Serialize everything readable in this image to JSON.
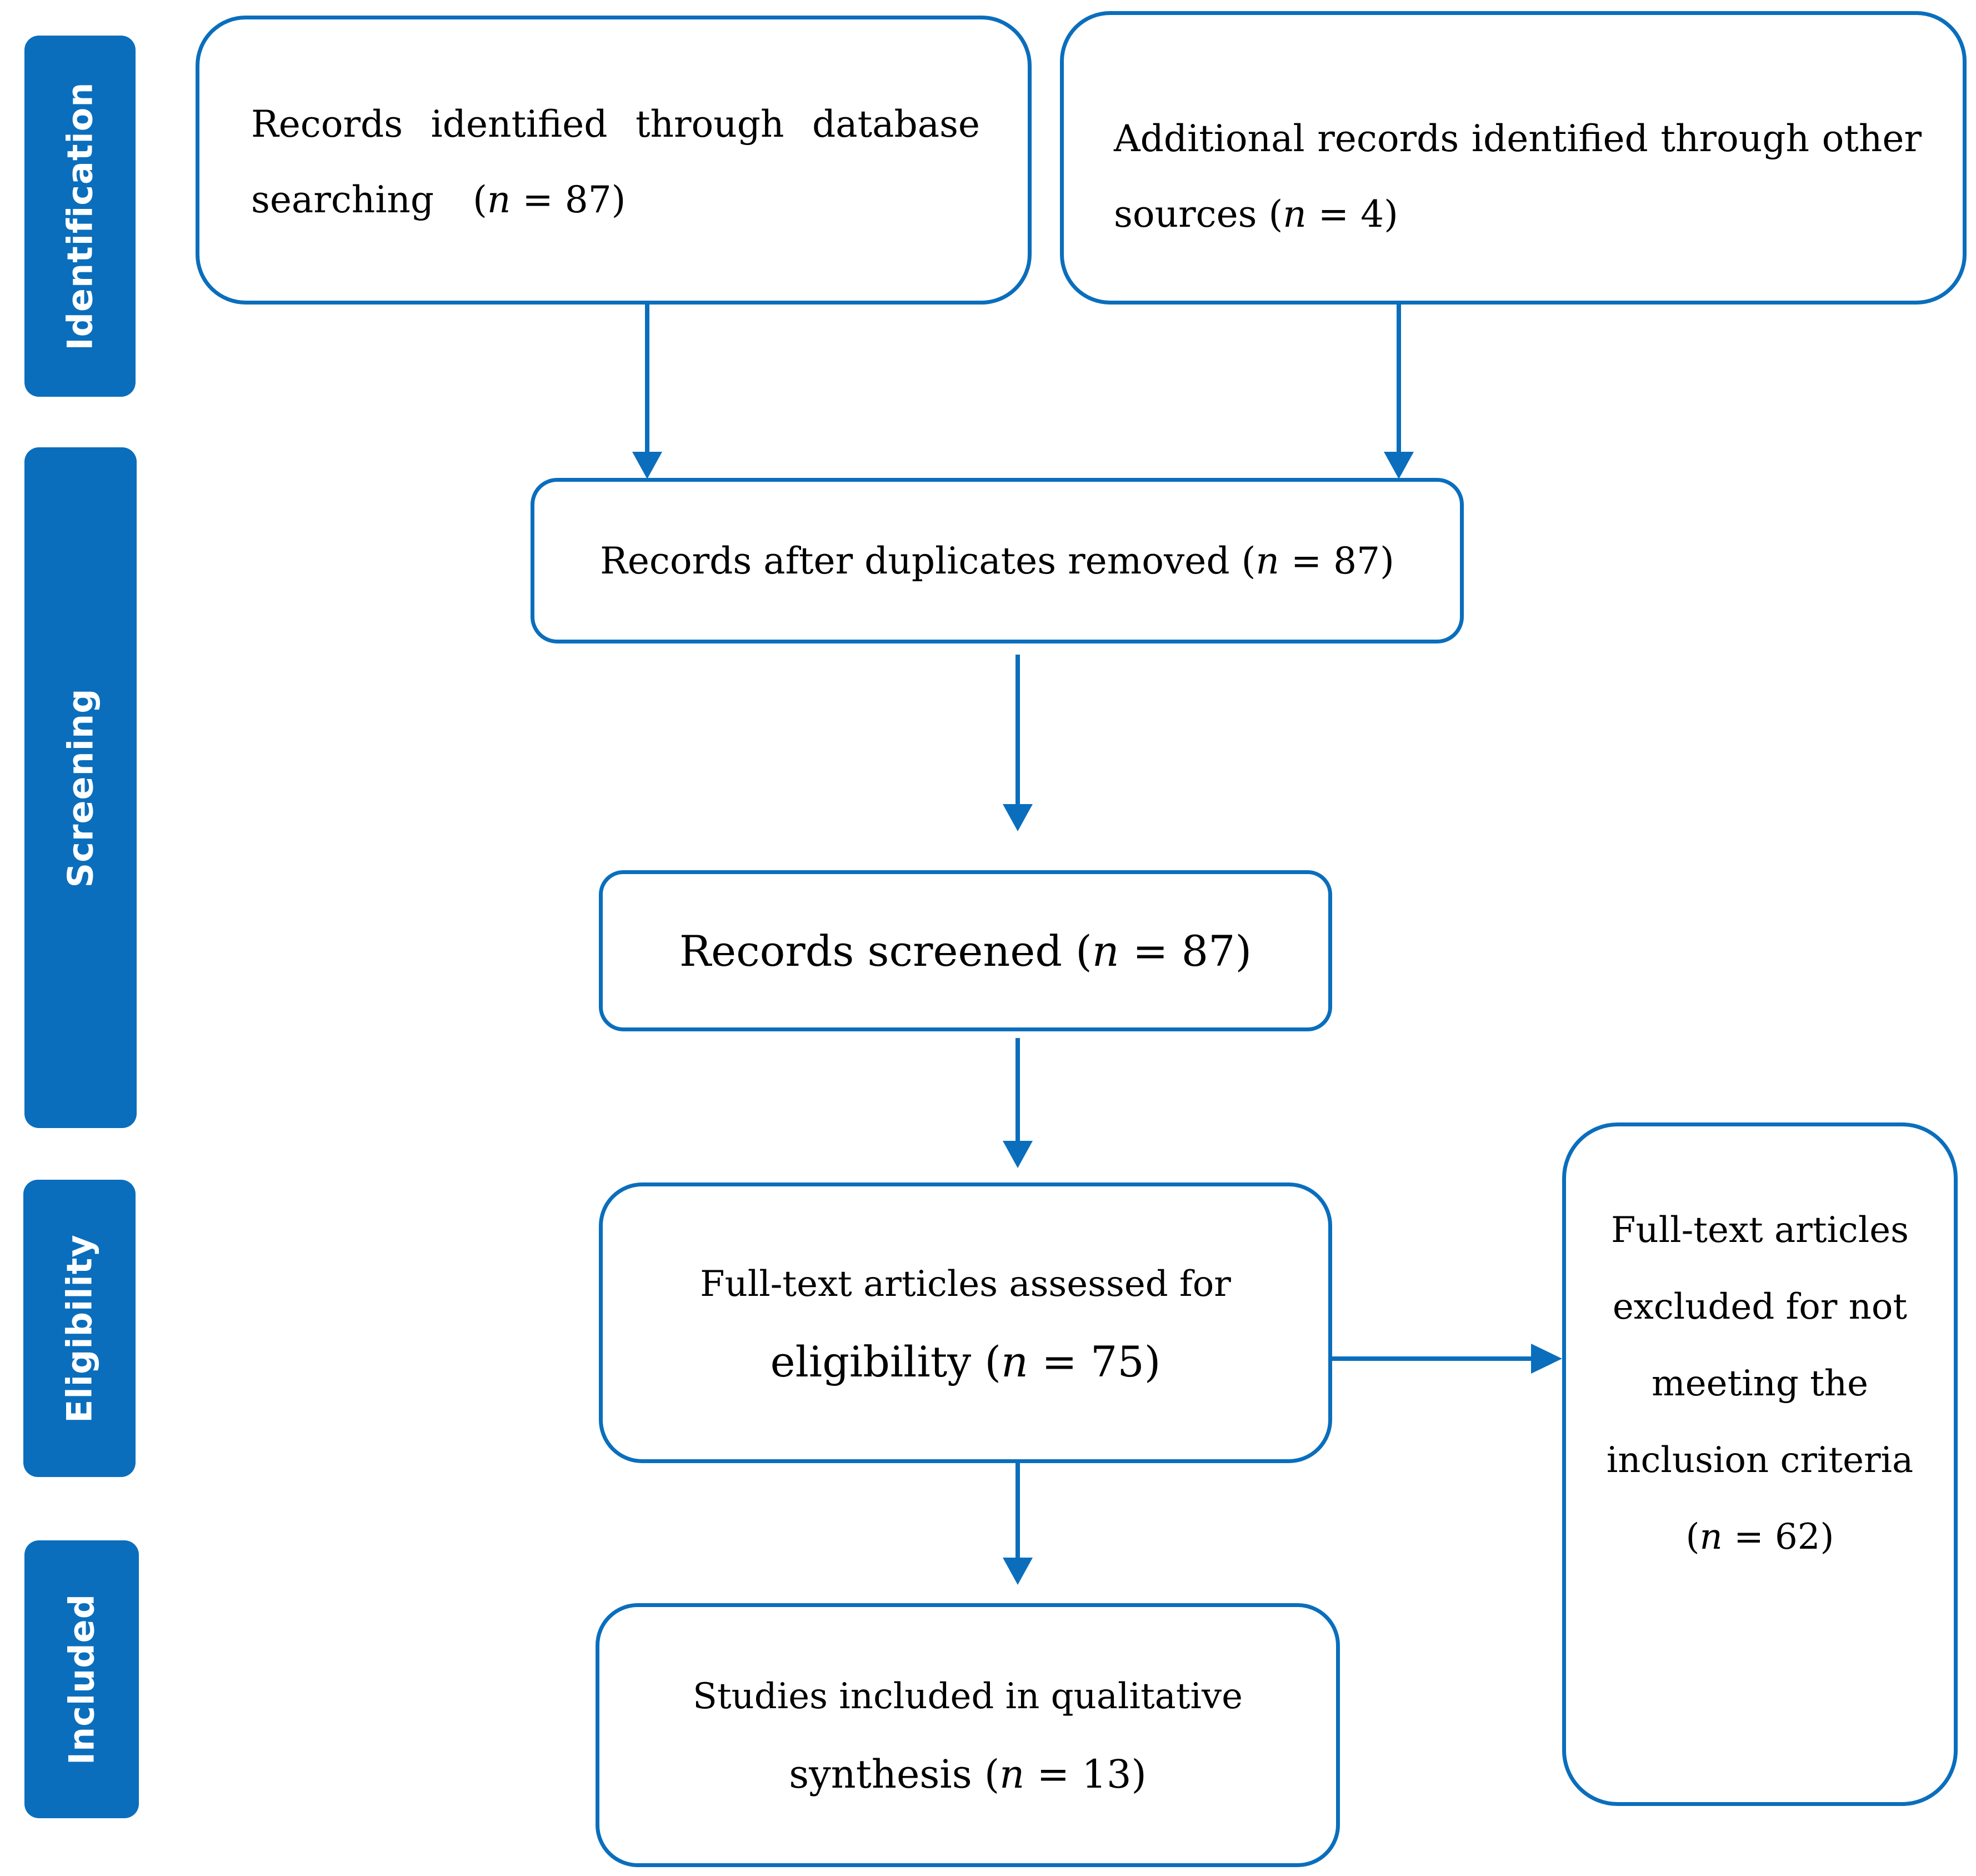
{
  "stages": {
    "identification": "Identification",
    "screening": "Screening",
    "eligibility": "Eligibility",
    "included": "Included"
  },
  "boxes": {
    "database_search": {
      "line1": [
        "Records",
        "identified",
        "through",
        "database"
      ],
      "line2_text": "searching",
      "line2_n": "(n = 87)"
    },
    "other_sources": {
      "line1": [
        "Additional",
        "records",
        "identified",
        "through",
        "other"
      ],
      "line2_text": "sources (n = 4)"
    },
    "duplicates_removed": {
      "text": "Records after duplicates removed (n = 87)"
    },
    "screened": {
      "text": "Records screened (n = 87)"
    },
    "full_text_assessed": {
      "line1": "Full-text articles assessed for",
      "line2": "eligibility (n = 75)"
    },
    "excluded": {
      "lines": [
        "Full-text articles",
        "excluded for not",
        "meeting the",
        "inclusion criteria",
        "(n = 62)"
      ]
    },
    "included_synthesis": {
      "line1": "Studies included in qualitative",
      "line2": "synthesis (n = 13)"
    }
  },
  "colors": {
    "accent": "#0a6ebd"
  }
}
